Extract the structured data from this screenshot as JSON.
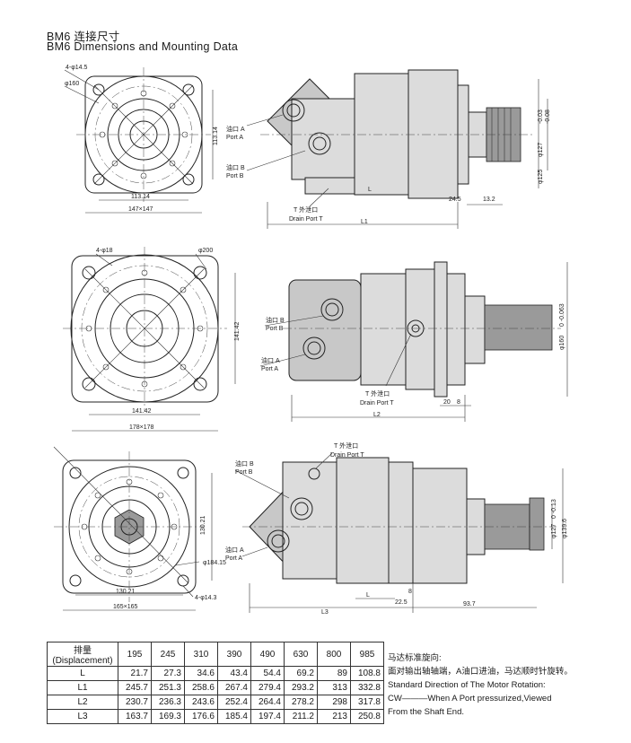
{
  "header": {
    "title_cn": "BM6 连接尺寸",
    "title_en": "BM6 Dimensions and Mounting Data"
  },
  "view1": {
    "bolt_holes": "4-φ14.5",
    "pcd": "φ160",
    "square_h": "113.14",
    "square_w": "113.14",
    "flange": "147×147",
    "port_a_cn": "油口 A",
    "port_a_en": "Port A",
    "port_b_cn": "油口 B",
    "port_b_en": "Port B",
    "drain_cn": "T 外泄口",
    "drain_en": "Drain Port T",
    "dim_l": "L",
    "dim_l1": "L1",
    "dim_245": "24.5",
    "dim_132": "13.2",
    "shaft_tol": "-0.03\n-0.08",
    "shaft_dia": "φ125",
    "pilot_dia": "φ127",
    "tol_a": "-0.03",
    "tol_b": "-0.08"
  },
  "view2": {
    "bolt_holes": "4-φ18",
    "pcd": "φ200",
    "square_h": "141.42",
    "square_w": "141.42",
    "flange": "178×178",
    "port_b_cn": "油口 B",
    "port_b_en": "Port B",
    "port_a_cn": "油口 A",
    "port_a_en": "Port A",
    "drain_cn": "T 外泄口",
    "drain_en": "Drain Port T",
    "dim_l2": "L2",
    "dim_20": "20",
    "dim_8": "8",
    "pilot_dia": "φ160",
    "pilot_tol": "0\n-0.063"
  },
  "view3": {
    "drain_cn": "T 外泄口",
    "drain_en": "Drain Port T",
    "port_b_cn": "油口 B",
    "port_b_en": "Port B",
    "port_a_cn": "油口 A",
    "port_a_en": "Port A",
    "square_h": "130.21",
    "square_w": "130.21",
    "pcd": "φ184.15",
    "bolt_holes": "4-φ14.3",
    "flange": "165×165",
    "dim_l": "L",
    "dim_8": "8",
    "dim_225": "22.5",
    "dim_937": "93.7",
    "dim_l3": "L3",
    "pilot_dia": "φ127",
    "pilot_tol": "0\n-0.13",
    "outer_dia": "φ139.6"
  },
  "table": {
    "header_label": "排量 (Displacement)",
    "displacements": [
      "195",
      "245",
      "310",
      "390",
      "490",
      "630",
      "800",
      "985"
    ],
    "rows": [
      {
        "label": "L",
        "values": [
          "21.7",
          "27.3",
          "34.6",
          "43.4",
          "54.4",
          "69.2",
          "89",
          "108.8"
        ]
      },
      {
        "label": "L1",
        "values": [
          "245.7",
          "251.3",
          "258.6",
          "267.4",
          "279.4",
          "293.2",
          "313",
          "332.8"
        ]
      },
      {
        "label": "L2",
        "values": [
          "230.7",
          "236.3",
          "243.6",
          "252.4",
          "264.4",
          "278.2",
          "298",
          "317.8"
        ]
      },
      {
        "label": "L3",
        "values": [
          "163.7",
          "169.3",
          "176.6",
          "185.4",
          "197.4",
          "211.2",
          "213",
          "250.8"
        ]
      }
    ]
  },
  "rotation_note": {
    "line1": "马达标准旋向:",
    "line2": "面对输出轴轴端，A油口进油，马达顺时针旋转。",
    "line3": "Standard Direction of The Motor Rotation:",
    "line4": "CW———When A Port pressurized,Viewed",
    "line5": "From the Shaft End."
  }
}
